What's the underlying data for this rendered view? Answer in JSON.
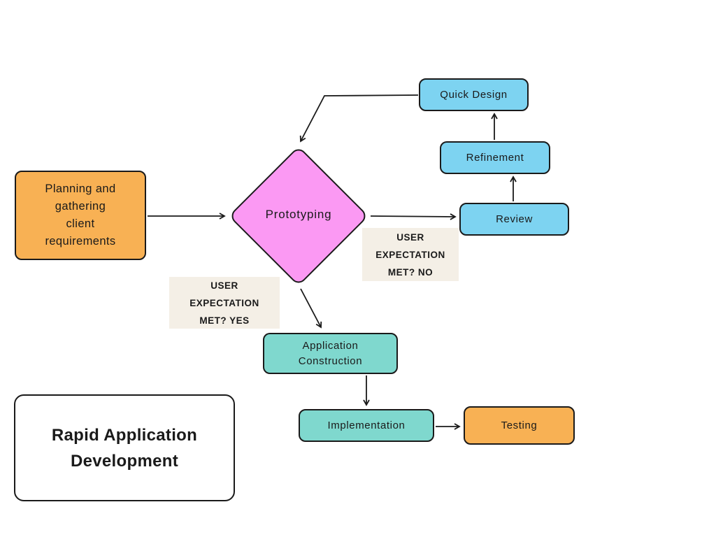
{
  "title": "Rapid Application Development",
  "colors": {
    "orange": "#f8b154",
    "pink": "#fb99f3",
    "blue": "#7dd3f1",
    "teal": "#7fd8ce",
    "beige": "#f4efe6",
    "stroke": "#1a1a1a",
    "background": "#ffffff"
  },
  "nodes": {
    "planning": {
      "label": "Planning and gathering client requirements",
      "lines": [
        "Planning and",
        "gathering",
        "client",
        "requirements"
      ],
      "shape": "rounded-rect",
      "color": "orange"
    },
    "prototyping": {
      "label": "Prototyping",
      "lines": [
        "Prototyping"
      ],
      "shape": "diamond",
      "color": "pink"
    },
    "quick_design": {
      "label": "Quick Design",
      "lines": [
        "Quick Design"
      ],
      "shape": "rounded-rect",
      "color": "blue"
    },
    "refinement": {
      "label": "Refinement",
      "lines": [
        "Refinement"
      ],
      "shape": "rounded-rect",
      "color": "blue"
    },
    "review": {
      "label": "Review",
      "lines": [
        "Review"
      ],
      "shape": "rounded-rect",
      "color": "blue"
    },
    "application_construction": {
      "label": "Application Construction",
      "lines": [
        "Application",
        "Construction"
      ],
      "shape": "rounded-rect",
      "color": "teal"
    },
    "implementation": {
      "label": "Implementation",
      "lines": [
        "Implementation"
      ],
      "shape": "rounded-rect",
      "color": "teal"
    },
    "testing": {
      "label": "Testing",
      "lines": [
        "Testing"
      ],
      "shape": "rounded-rect",
      "color": "orange"
    },
    "title_box": {
      "label": "Rapid Application Development",
      "lines": [
        "Rapid Application",
        "Development"
      ],
      "shape": "rounded-rect",
      "color": "white"
    }
  },
  "annotations": {
    "no": {
      "label": "USER EXPECTATION MET? NO",
      "lines": [
        "USER",
        "EXPECTATION",
        "MET? NO"
      ]
    },
    "yes": {
      "label": "USER EXPECTATION MET? YES",
      "lines": [
        "USER",
        "EXPECTATION",
        "MET? YES"
      ]
    }
  },
  "edges": [
    {
      "from": "planning",
      "to": "prototyping"
    },
    {
      "from": "quick_design",
      "to": "prototyping"
    },
    {
      "from": "prototyping",
      "to": "review",
      "label": "USER EXPECTATION MET? NO"
    },
    {
      "from": "review",
      "to": "refinement"
    },
    {
      "from": "refinement",
      "to": "quick_design"
    },
    {
      "from": "prototyping",
      "to": "application_construction",
      "label": "USER EXPECTATION MET? YES"
    },
    {
      "from": "application_construction",
      "to": "implementation"
    },
    {
      "from": "implementation",
      "to": "testing"
    }
  ]
}
